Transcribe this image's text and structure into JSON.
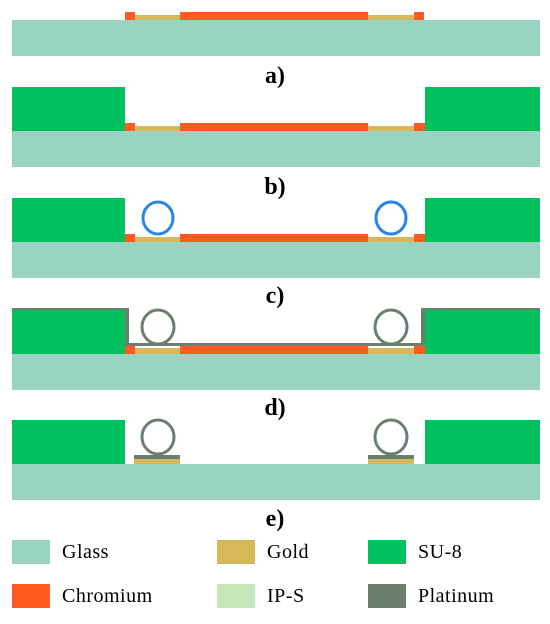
{
  "colors": {
    "glass": "#98d4c1",
    "gold": "#d6b85a",
    "su8": "#00c15d",
    "chromium": "#ff5a1f",
    "ips": "#c5e8b8",
    "platinum": "#6b7f6c",
    "ips_ring_stroke": "#2a86e6",
    "platinum_ring_stroke": "#6b7f6c"
  },
  "steps": [
    {
      "label": "a)"
    },
    {
      "label": "b)"
    },
    {
      "label": "c)"
    },
    {
      "label": "d)"
    },
    {
      "label": "e)"
    }
  ],
  "legend": [
    {
      "label": "Glass",
      "color": "#98d4c1"
    },
    {
      "label": "Gold",
      "color": "#d6b85a"
    },
    {
      "label": "SU-8",
      "color": "#00c15d"
    },
    {
      "label": "Chromium",
      "color": "#ff5a1f"
    },
    {
      "label": "IP-S",
      "color": "#c5e8b8"
    },
    {
      "label": "Platinum",
      "color": "#6b7f6c"
    }
  ]
}
